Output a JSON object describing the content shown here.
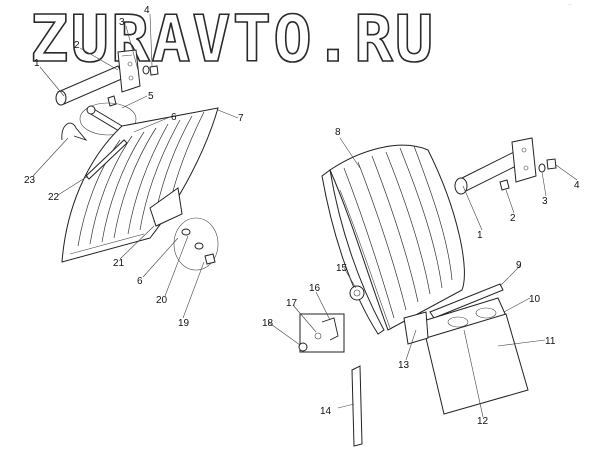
{
  "watermark": "ZURAVTO.RU",
  "corner_mark": "··",
  "callouts": [
    "1",
    "2",
    "3",
    "4",
    "5",
    "6",
    "7",
    "8",
    "9",
    "10",
    "11",
    "12",
    "13",
    "14",
    "15",
    "16",
    "17",
    "18",
    "19",
    "20",
    "21",
    "22",
    "23"
  ]
}
